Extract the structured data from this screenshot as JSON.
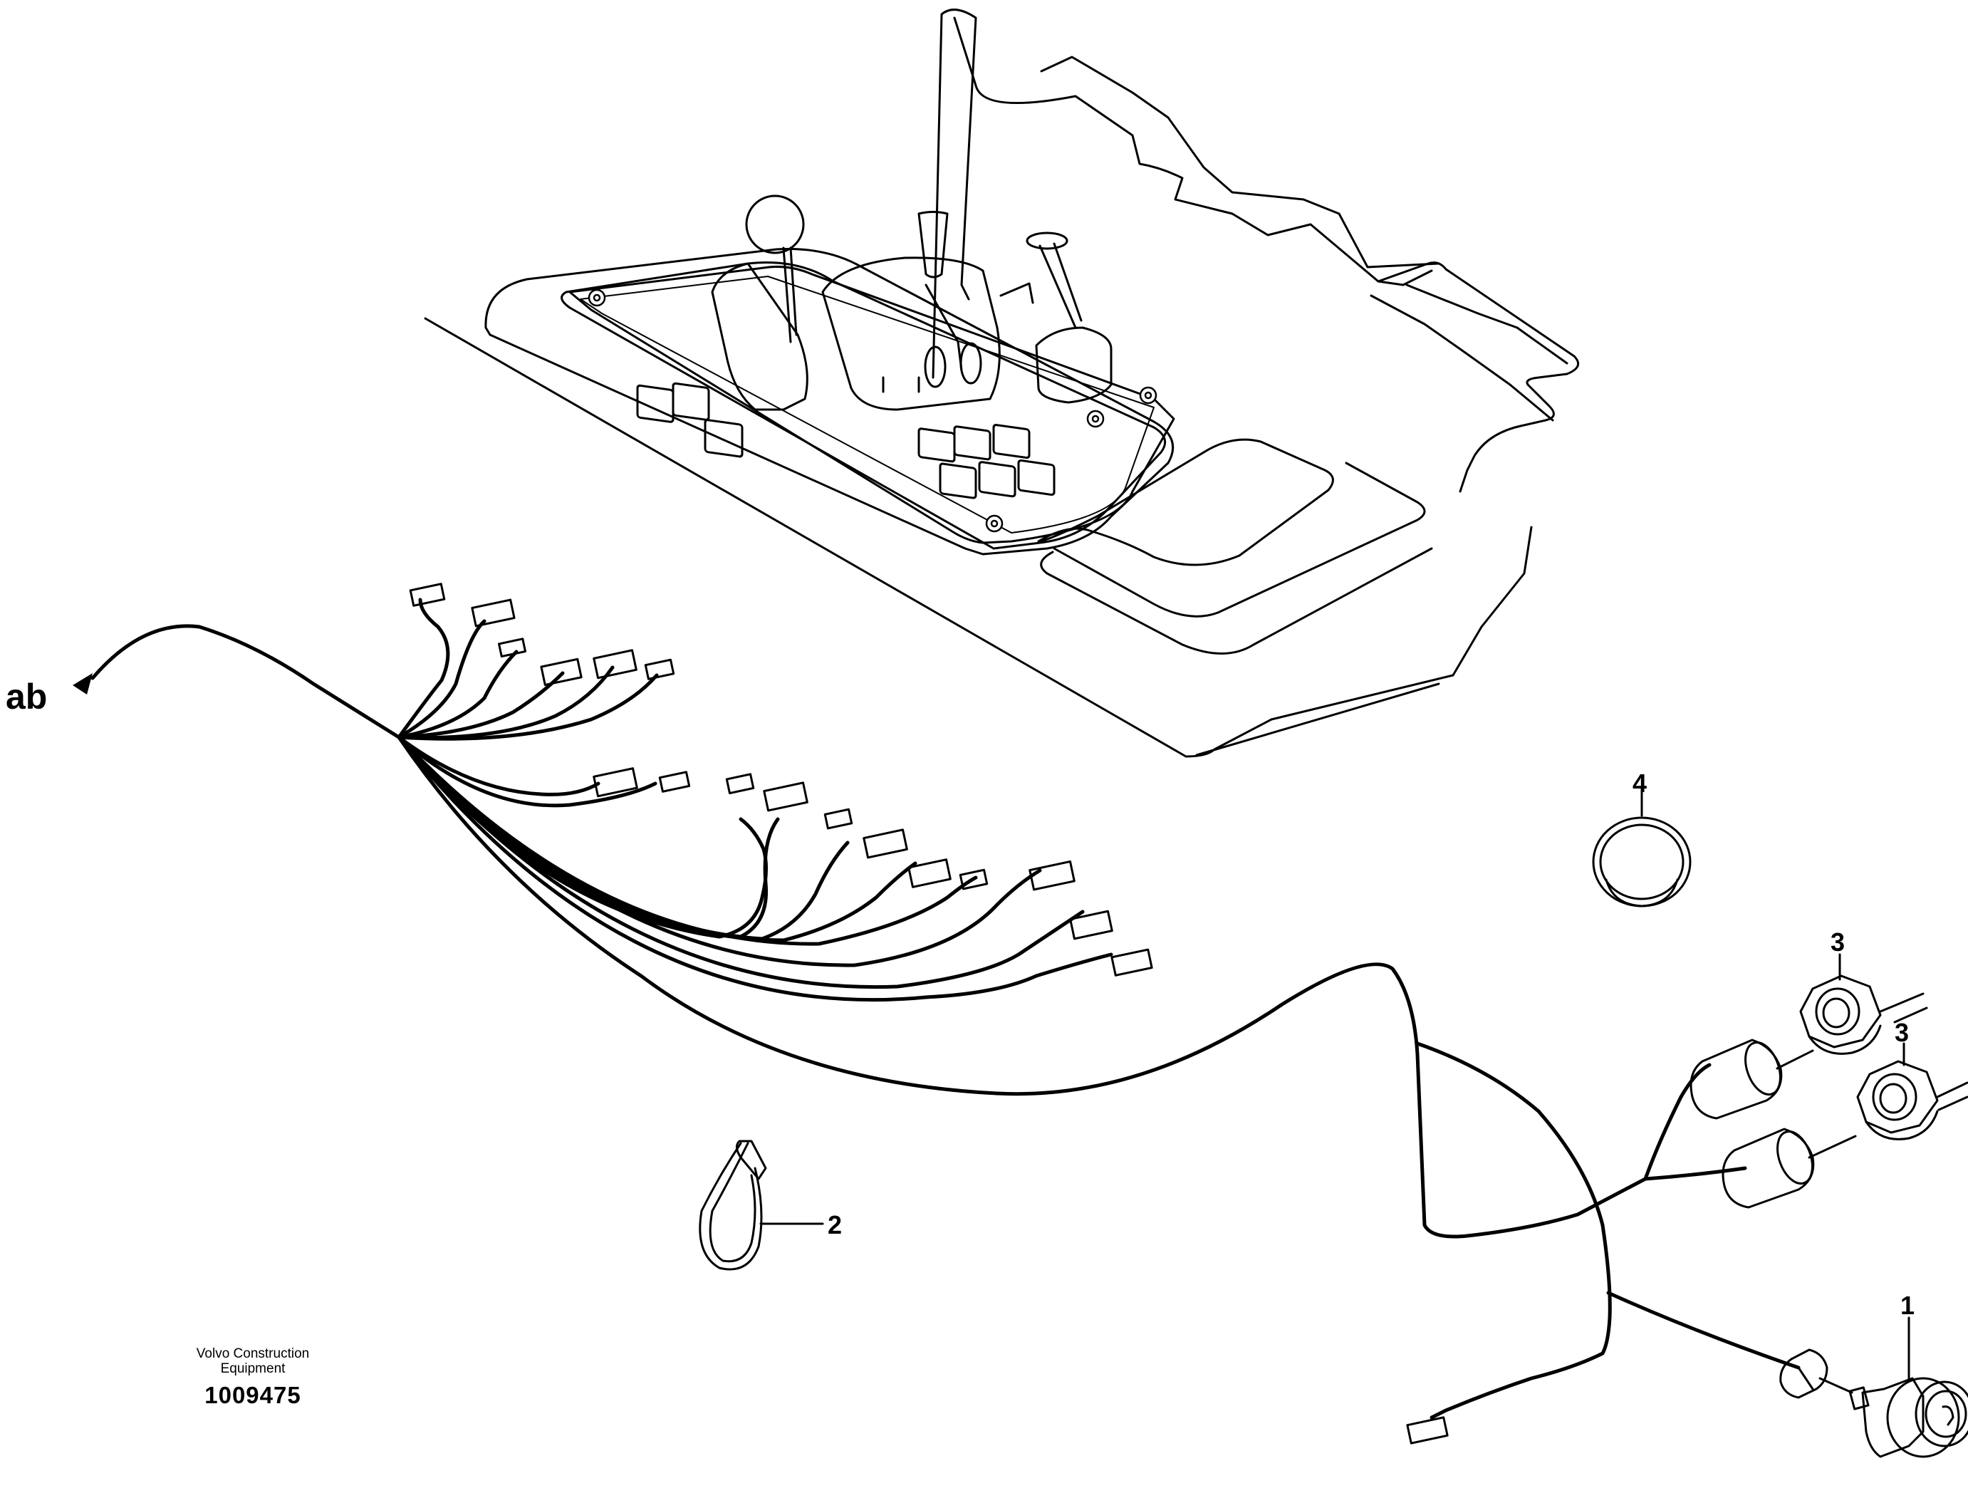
{
  "callouts": {
    "ab": "ab",
    "item1": "1",
    "item2": "2",
    "item3a": "3",
    "item3b": "3",
    "item4": "4"
  },
  "footer": {
    "manufacturer": "Volvo Construction\nEquipment",
    "drawing_number": "1009475"
  }
}
